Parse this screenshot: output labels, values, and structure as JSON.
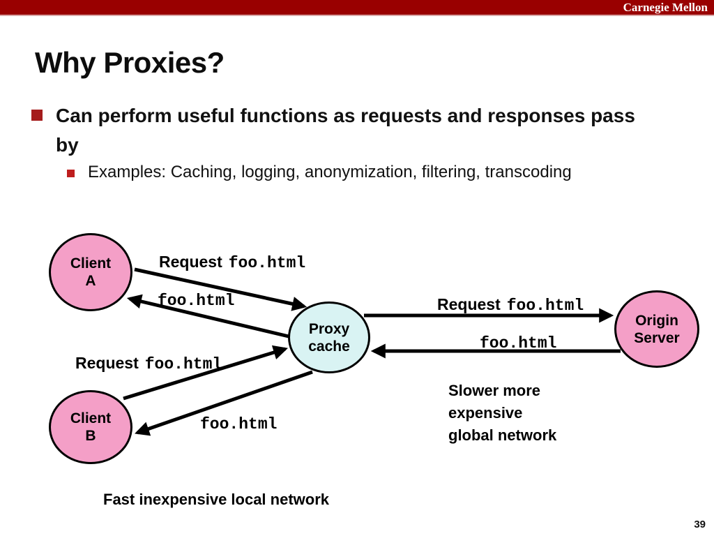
{
  "header": {
    "brand": "Carnegie Mellon",
    "bar_color": "#990000"
  },
  "title": "Why Proxies?",
  "bullets": {
    "level1_lines": [
      "Can perform useful functions as requests and responses pass",
      "by"
    ],
    "level2": "Examples: Caching, logging, anonymization, filtering, transcoding",
    "bullet_color": "#A51C1C",
    "sub_bullet_color": "#BE1E1E"
  },
  "diagram": {
    "nodes": [
      {
        "id": "client-a",
        "lines": [
          "Client",
          "A"
        ],
        "fill": "#F49FC7"
      },
      {
        "id": "client-b",
        "lines": [
          "Client",
          "B"
        ],
        "fill": "#F49FC7"
      },
      {
        "id": "proxy",
        "lines": [
          "Proxy",
          "cache"
        ],
        "fill": "#D9F3F3"
      },
      {
        "id": "origin",
        "lines": [
          "Origin",
          "Server"
        ],
        "fill": "#F49FC7"
      }
    ],
    "edges": [
      {
        "id": "client-a-request",
        "prefix": "Request",
        "file": "foo.html"
      },
      {
        "id": "proxy-client-a-response",
        "file": "foo.html"
      },
      {
        "id": "client-b-request",
        "prefix": "Request",
        "file": "foo.html"
      },
      {
        "id": "proxy-client-b-response",
        "file": "foo.html"
      },
      {
        "id": "proxy-origin-request",
        "prefix": "Request",
        "file": "foo.html"
      },
      {
        "id": "origin-proxy-response",
        "file": "foo.html"
      }
    ],
    "captions": {
      "global_lines": [
        "Slower more",
        "expensive",
        "global network"
      ],
      "local": "Fast inexpensive local network"
    }
  },
  "footer": {
    "page_number": "39"
  }
}
